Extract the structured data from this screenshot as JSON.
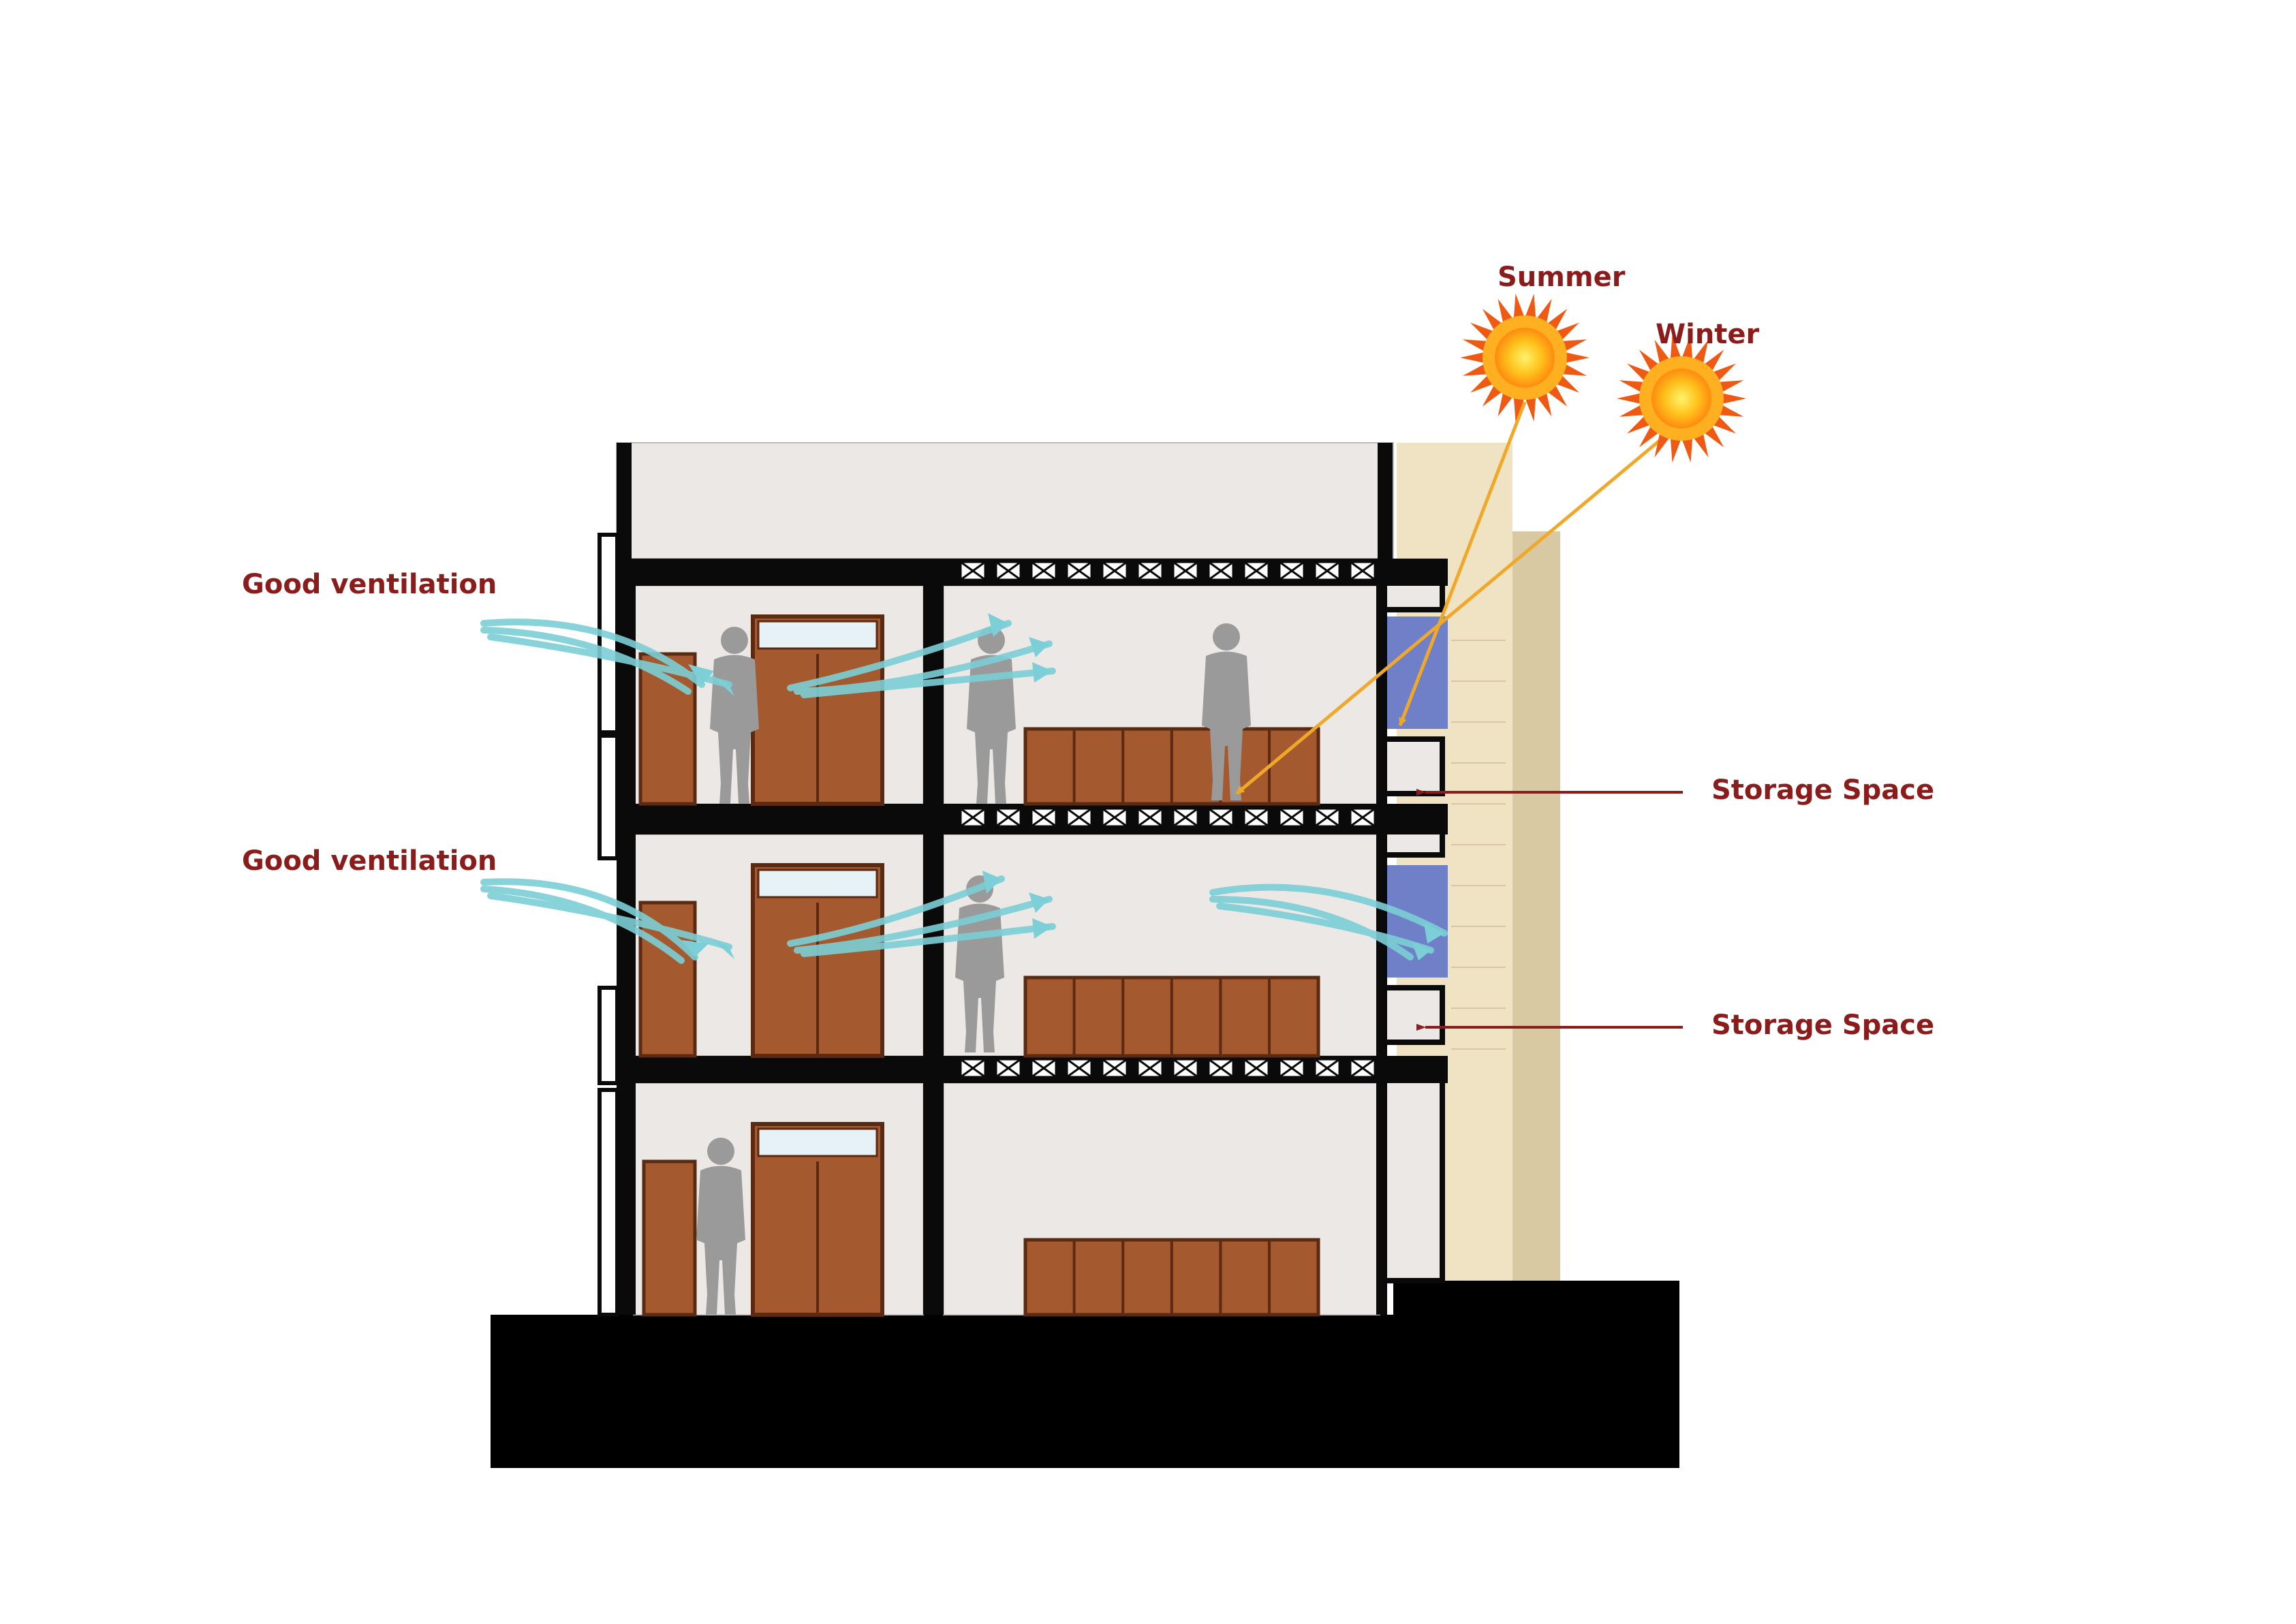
{
  "labels": {
    "summer": "Summer",
    "winter": "Winter",
    "ventilation_upper": "Good ventilation",
    "ventilation_lower": "Good ventilation",
    "storage_upper": "Storage Space",
    "storage_lower": "Storage Space"
  },
  "colors": {
    "label": "#8b1c1c",
    "sun_ray": "#f0a828",
    "sun_core": "#ff9a10",
    "sun_petal": "#ee5a14",
    "airflow": "#7ccfd6",
    "wood": "#a0562e",
    "wall": "#0a0a0a",
    "room": "#ebe8e6",
    "glass": "#6f7fc8",
    "screen_wall": "#efe3c3",
    "figure": "#9a9a9a"
  }
}
